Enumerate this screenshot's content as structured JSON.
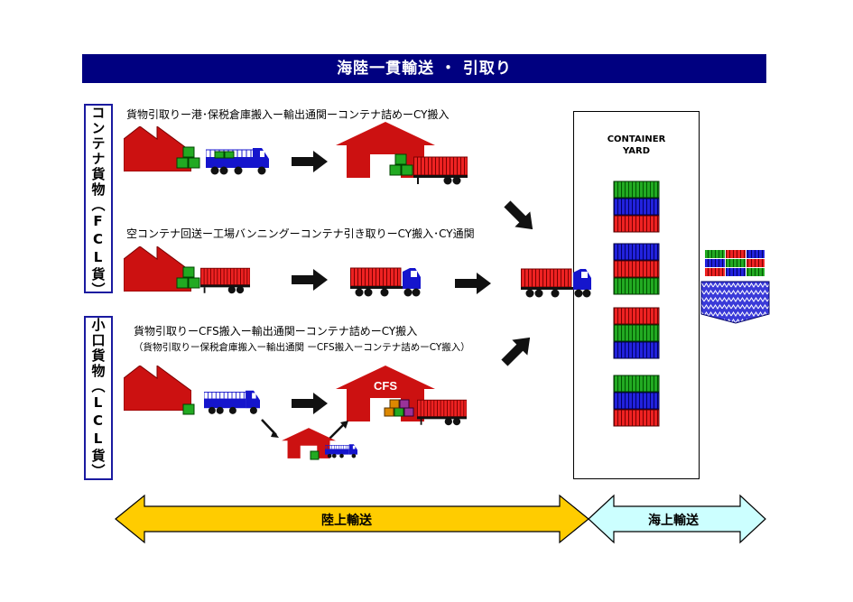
{
  "title": "海陸一貫輸送 ・ 引取り",
  "fcl_label": "コンテナ貨物（FCL貨）",
  "lcl_label": "小口貨物（LCL貨）",
  "row1_caption": "貨物引取りー港･保税倉庫搬入ー輸出通関ーコンテナ詰めーCY搬入",
  "row2_caption": "空コンテナ回送ー工場バンニングーコンテナ引き取りーCY搬入･CY通関",
  "row3_caption": "貨物引取りーCFS搬入ー輸出通関ーコンテナ詰めーCY搬入",
  "row3_subcaption": "（貨物引取りー保税倉庫搬入ー輸出通関 ーCFS搬入ーコンテナ詰めーCY搬入）",
  "yard_title_line1": "CONTAINER",
  "yard_title_line2": "YARD",
  "cfs_label": "CFS",
  "land_label": "陸上輸送",
  "sea_label": "海上輸送",
  "colors": {
    "title_bg": "#000080",
    "factory": "#cc1111",
    "truck": "#1515cc",
    "container_red": "#ee2222",
    "container_blue": "#2222dd",
    "container_green": "#22aa22",
    "land_arrow": "#ffcc00",
    "sea_arrow": "#ccffff"
  }
}
